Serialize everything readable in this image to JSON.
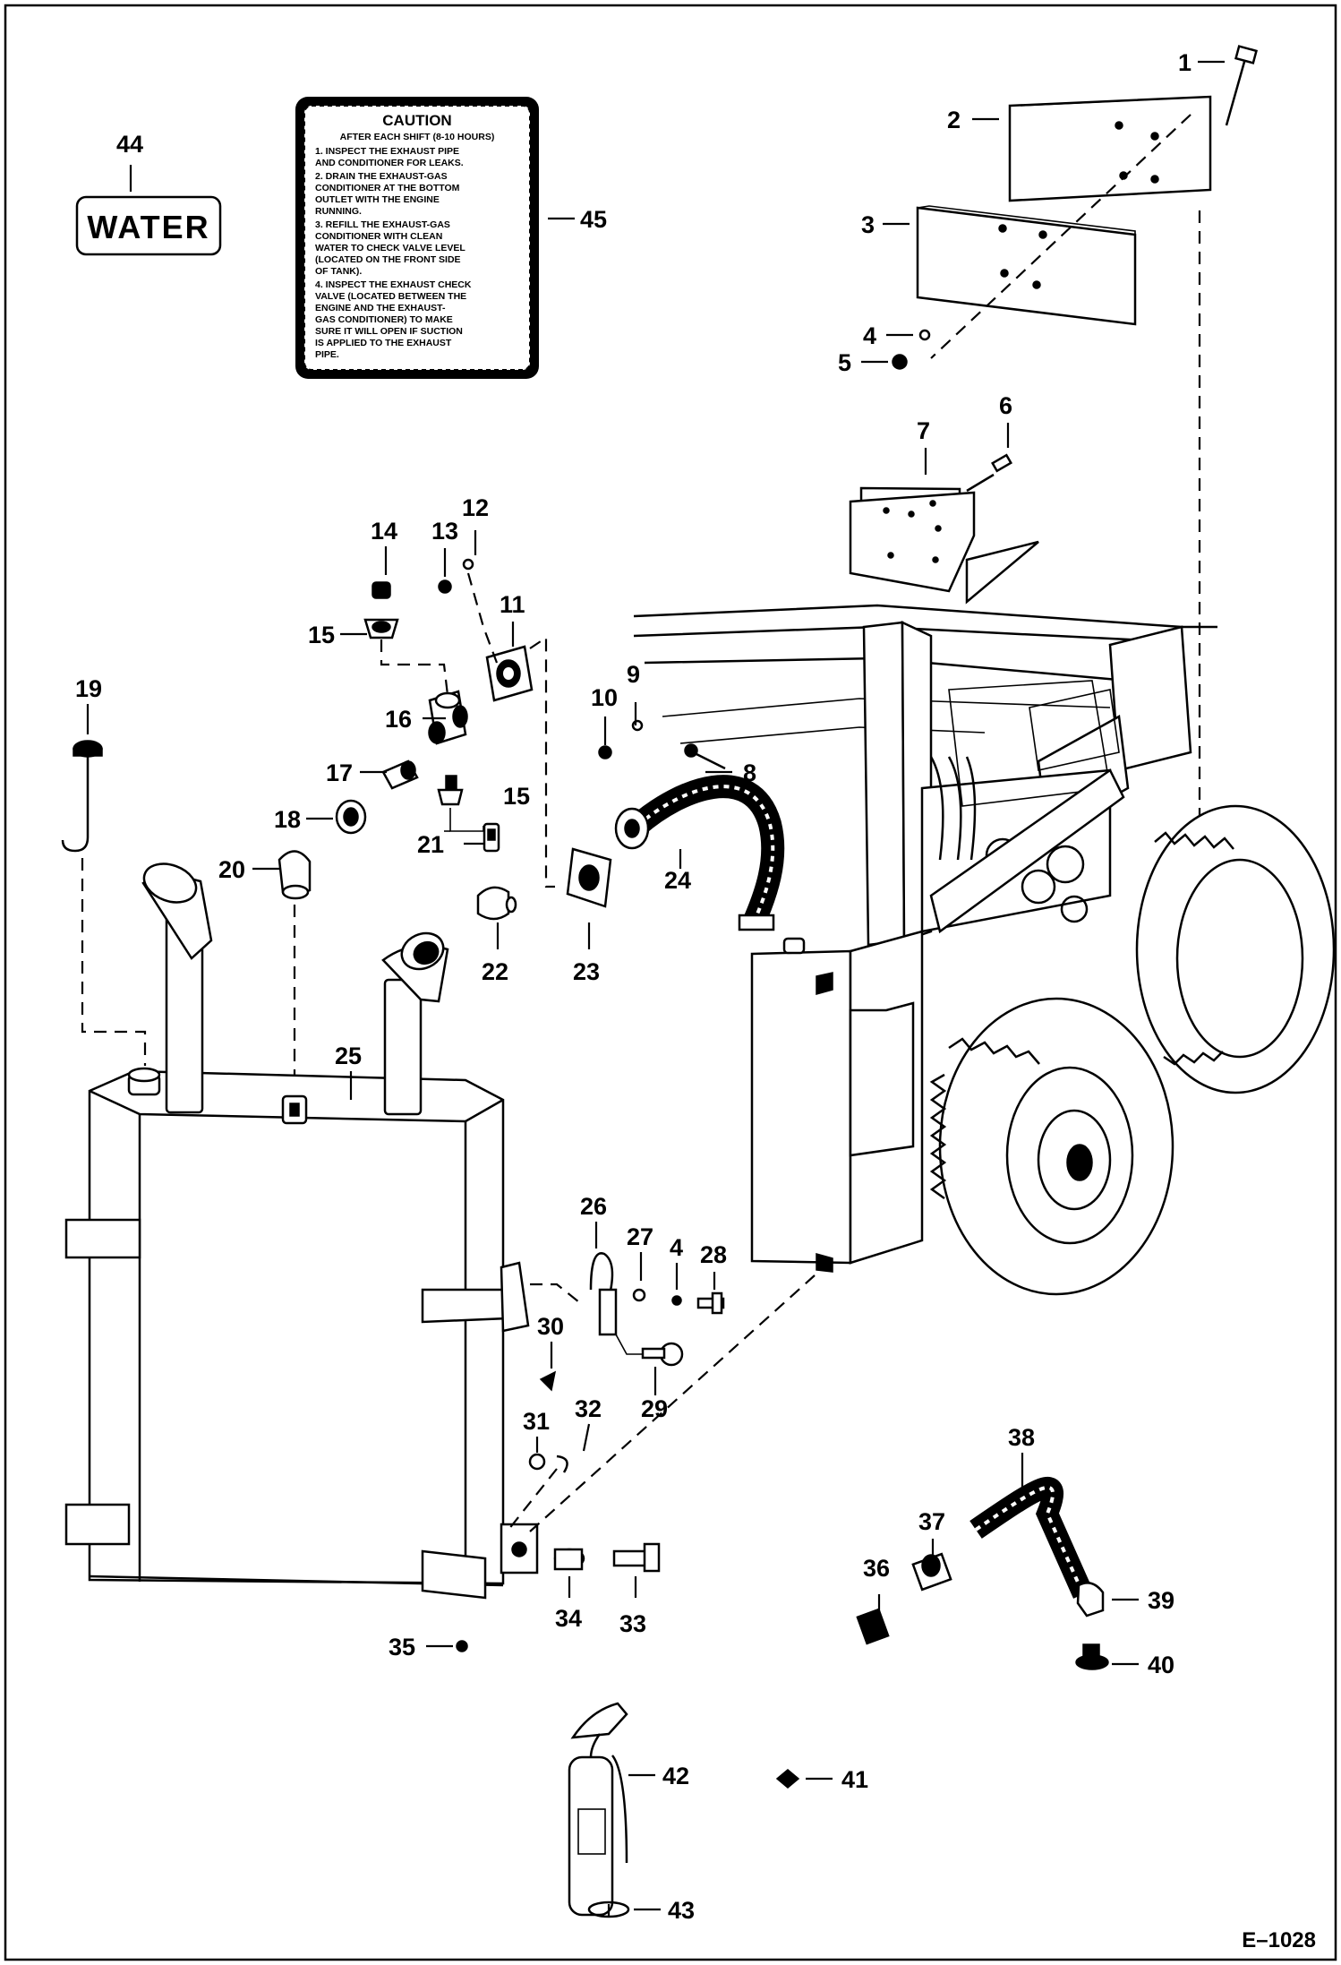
{
  "water_decal": {
    "text": "WATER"
  },
  "caution_decal": {
    "title": "CAUTION",
    "heading": "AFTER EACH SHIFT (8-10 HOURS)",
    "lines": [
      "1.  INSPECT THE EXHAUST PIPE",
      "     AND CONDITIONER FOR LEAKS.",
      "2.  DRAIN THE EXHAUST-GAS",
      "     CONDITIONER AT THE BOTTOM",
      "     OUTLET WITH THE ENGINE",
      "     RUNNING.",
      "3.  REFILL THE EXHAUST-GAS",
      "     CONDITIONER WITH CLEAN",
      "     WATER TO CHECK VALVE LEVEL",
      "     (LOCATED ON THE FRONT SIDE",
      "     OF TANK).",
      "4.  INSPECT THE EXHAUST CHECK",
      "     VALVE (LOCATED BETWEEN THE",
      "     ENGINE AND THE EXHAUST-",
      "     GAS CONDITIONER) TO MAKE",
      "     SURE IT WILL OPEN IF SUCTION",
      "     IS APPLIED TO THE EXHAUST",
      "     PIPE."
    ]
  },
  "callouts": {
    "c1": "1",
    "c2": "2",
    "c3": "3",
    "c4a": "4",
    "c5": "5",
    "c6": "6",
    "c7": "7",
    "c8": "8",
    "c9": "9",
    "c10": "10",
    "c11": "11",
    "c12": "12",
    "c13": "13",
    "c14": "14",
    "c15a": "15",
    "c15b": "15",
    "c16": "16",
    "c17": "17",
    "c18": "18",
    "c19": "19",
    "c20": "20",
    "c21": "21",
    "c22": "22",
    "c23": "23",
    "c24": "24",
    "c25": "25",
    "c26": "26",
    "c27": "27",
    "c4b": "4",
    "c28": "28",
    "c29": "29",
    "c30": "30",
    "c31": "31",
    "c32": "32",
    "c33": "33",
    "c34": "34",
    "c35": "35",
    "c36": "36",
    "c37": "37",
    "c38": "38",
    "c39": "39",
    "c40": "40",
    "c41": "41",
    "c42": "42",
    "c43": "43",
    "c44": "44",
    "c45": "45"
  },
  "figure_ref": "E–1028"
}
